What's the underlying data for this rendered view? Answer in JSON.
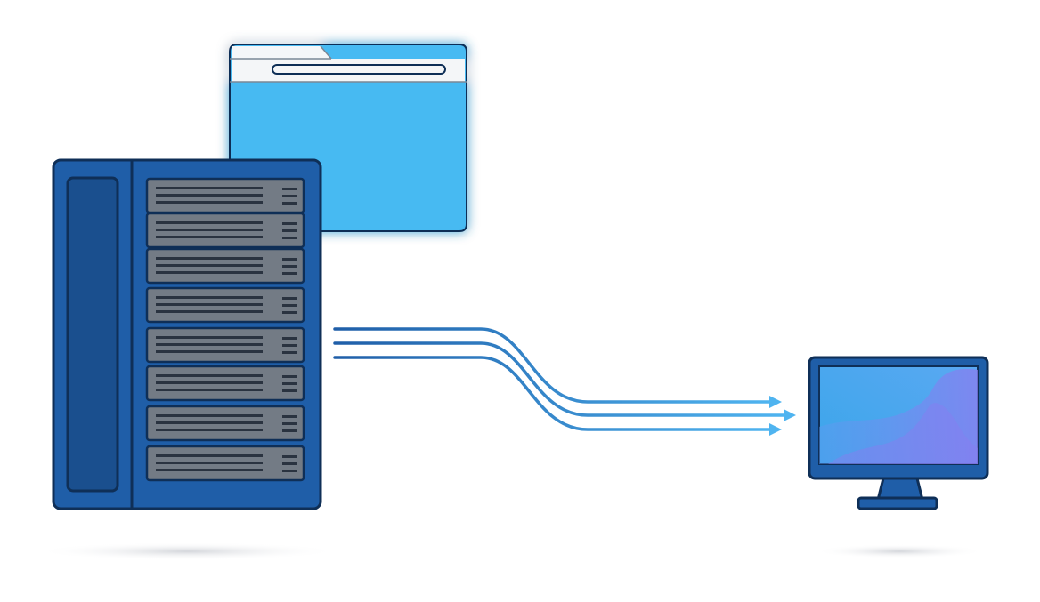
{
  "diagram": {
    "nodes": [
      {
        "id": "server",
        "icon": "server-rack-icon",
        "drive_bays": 8
      },
      {
        "id": "folder",
        "icon": "folder-icon"
      },
      {
        "id": "monitor",
        "icon": "desktop-monitor-icon"
      }
    ],
    "edges": [
      {
        "from": "server",
        "to": "monitor",
        "icon": "data-stream-arrows-icon",
        "line_count": 3
      }
    ],
    "colors": {
      "server_body": "#1f5ea8",
      "server_outline": "#0f2f57",
      "drive_gray": "#737b85",
      "folder_fill": "#46baf2",
      "arrow_dark": "#1f5ea8",
      "arrow_light": "#4fb4f0",
      "screen_fill": "#4aa5ef",
      "screen_accent": "#8a7cf0"
    }
  }
}
